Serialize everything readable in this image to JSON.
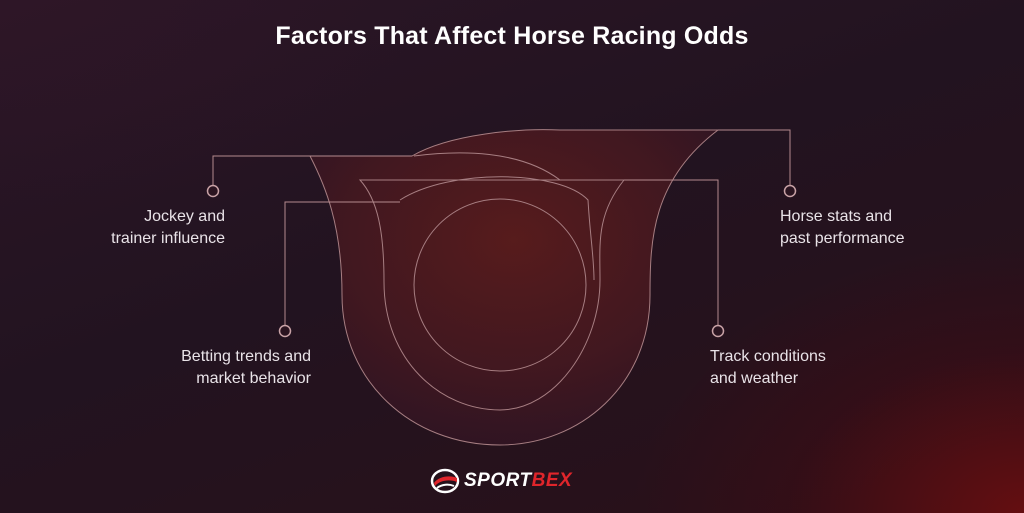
{
  "title": "Factors That Affect Horse Racing Odds",
  "factors": {
    "jockey": {
      "line1": "Jockey and",
      "line2": "trainer influence"
    },
    "betting": {
      "line1": "Betting trends and",
      "line2": "market behavior"
    },
    "horse": {
      "line1": "Horse stats and",
      "line2": "past performance"
    },
    "track": {
      "line1": "Track conditions",
      "line2": "and weather"
    }
  },
  "logo": {
    "part1": "SPORT",
    "part2": "BEX"
  },
  "colors": {
    "background": "#241320",
    "track_fill": "#4a1a1c",
    "line": "#b48a8e",
    "accent": "#e0252b"
  }
}
